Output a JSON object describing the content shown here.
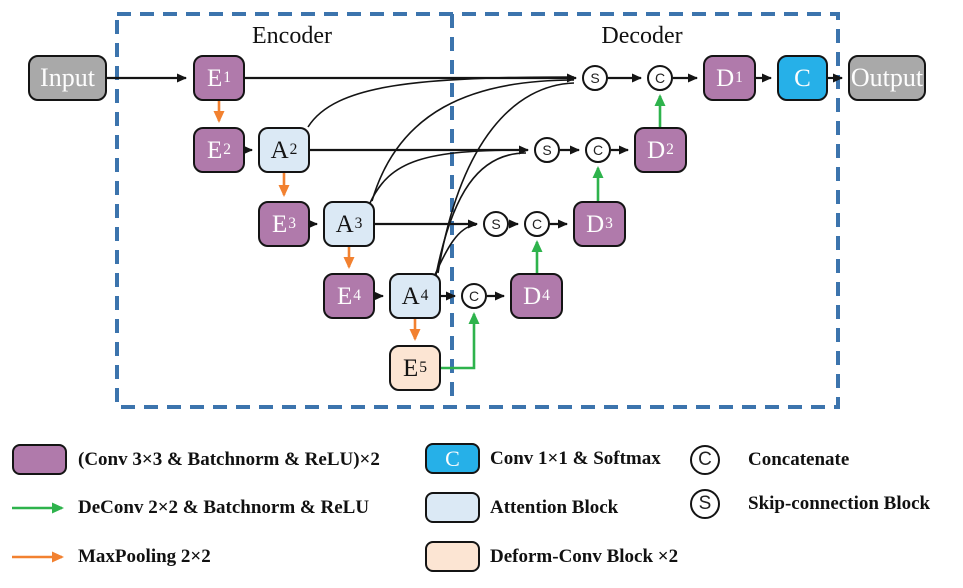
{
  "colors": {
    "purple": "#b07aab",
    "attention_blue": "#dbe9f5",
    "deform_peach": "#fce5d3",
    "conv_cyan": "#26b0e8",
    "io_gray": "#a9a9a9",
    "green_arrow": "#2eb34c",
    "orange_arrow": "#f28130",
    "dashed_border": "#3c74ad",
    "line_black": "#141414"
  },
  "diagram": {
    "encoder_label": "Encoder",
    "decoder_label": "Decoder",
    "input_label": "Input",
    "output_label": "Output",
    "conv_softmax_block_label": "C",
    "nodes": {
      "e1": {
        "base": "E",
        "sup": "1"
      },
      "e2": {
        "base": "E",
        "sup": "2"
      },
      "e3": {
        "base": "E",
        "sup": "3"
      },
      "e4": {
        "base": "E",
        "sup": "4"
      },
      "e5": {
        "base": "E",
        "sup": "5"
      },
      "a2": {
        "base": "A",
        "sup": "2"
      },
      "a3": {
        "base": "A",
        "sup": "3"
      },
      "a4": {
        "base": "A",
        "sup": "4"
      },
      "d1": {
        "base": "D",
        "sup": "1"
      },
      "d2": {
        "base": "D",
        "sup": "2"
      },
      "d3": {
        "base": "D",
        "sup": "3"
      },
      "d4": {
        "base": "D",
        "sup": "4"
      }
    },
    "circles": {
      "skip": "S",
      "concat": "C"
    }
  },
  "legend": {
    "conv_block": "(Conv 3×3 & Batchnorm & ReLU)×2",
    "deconv": "DeConv 2×2 & Batchnorm & ReLU",
    "maxpool": "MaxPooling 2×2",
    "conv_softmax": "Conv 1×1 & Softmax",
    "conv_softmax_symbol": "C",
    "attention": "Attention Block",
    "deform": "Deform-Conv Block ×2",
    "concat_label": "Concatenate",
    "concat_symbol": "C",
    "skip_label": "Skip-connection Block",
    "skip_symbol": "S"
  }
}
